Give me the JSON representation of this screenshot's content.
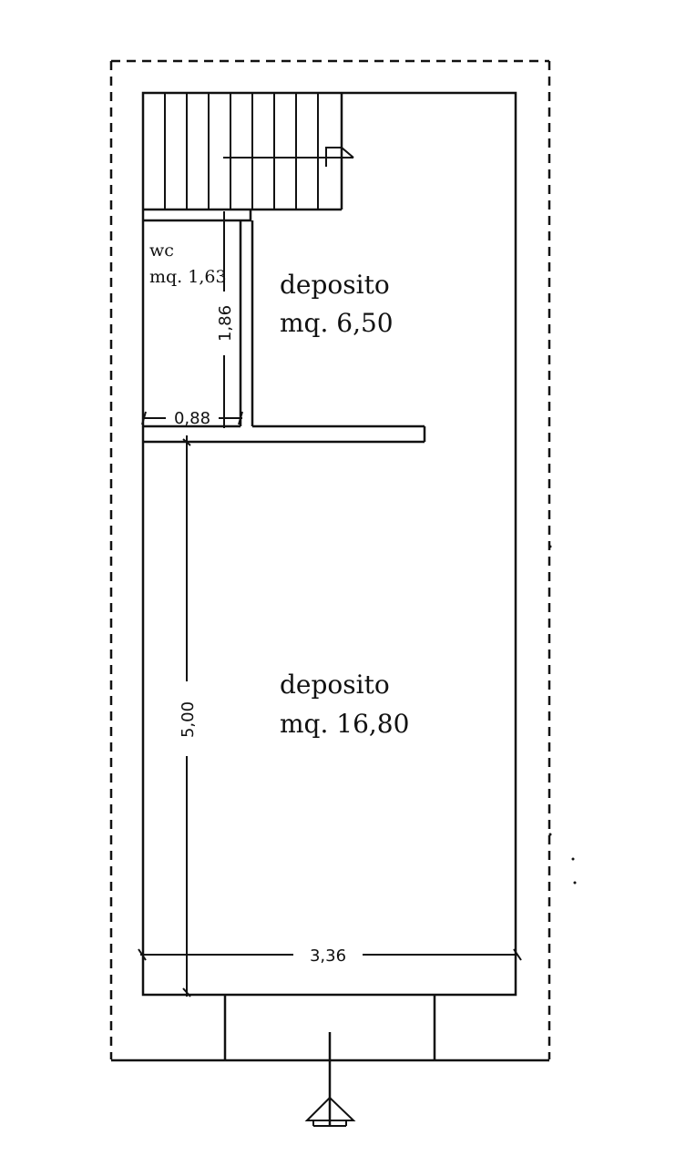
{
  "rooms": {
    "wc": {
      "name": "wc",
      "area": "mq. 1,63"
    },
    "deposito_upper": {
      "name": "deposito",
      "area": "mq. 6,50"
    },
    "deposito_lower": {
      "name": "deposito",
      "area": "mq. 16,80"
    }
  },
  "dimensions": {
    "wc_height": "1,86",
    "wc_width": "0,88",
    "room_height": "5,00",
    "room_width": "3,36"
  }
}
